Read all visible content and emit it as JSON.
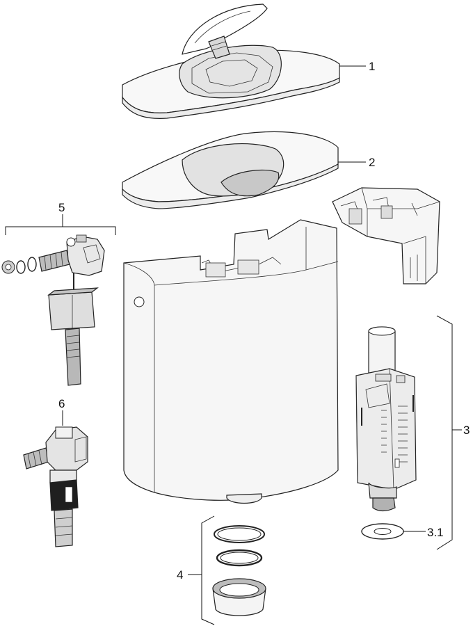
{
  "callouts": {
    "c1": "1",
    "c2": "2",
    "c3": "3",
    "c3_1": "3.1",
    "c4": "4",
    "c5": "5",
    "c6": "6"
  },
  "colors": {
    "line": "#222222",
    "light_fill": "#f7f7f7",
    "mid_fill": "#e6e6e6",
    "dark_fill": "#9a9a9a",
    "black_fill": "#2a2a2a"
  }
}
